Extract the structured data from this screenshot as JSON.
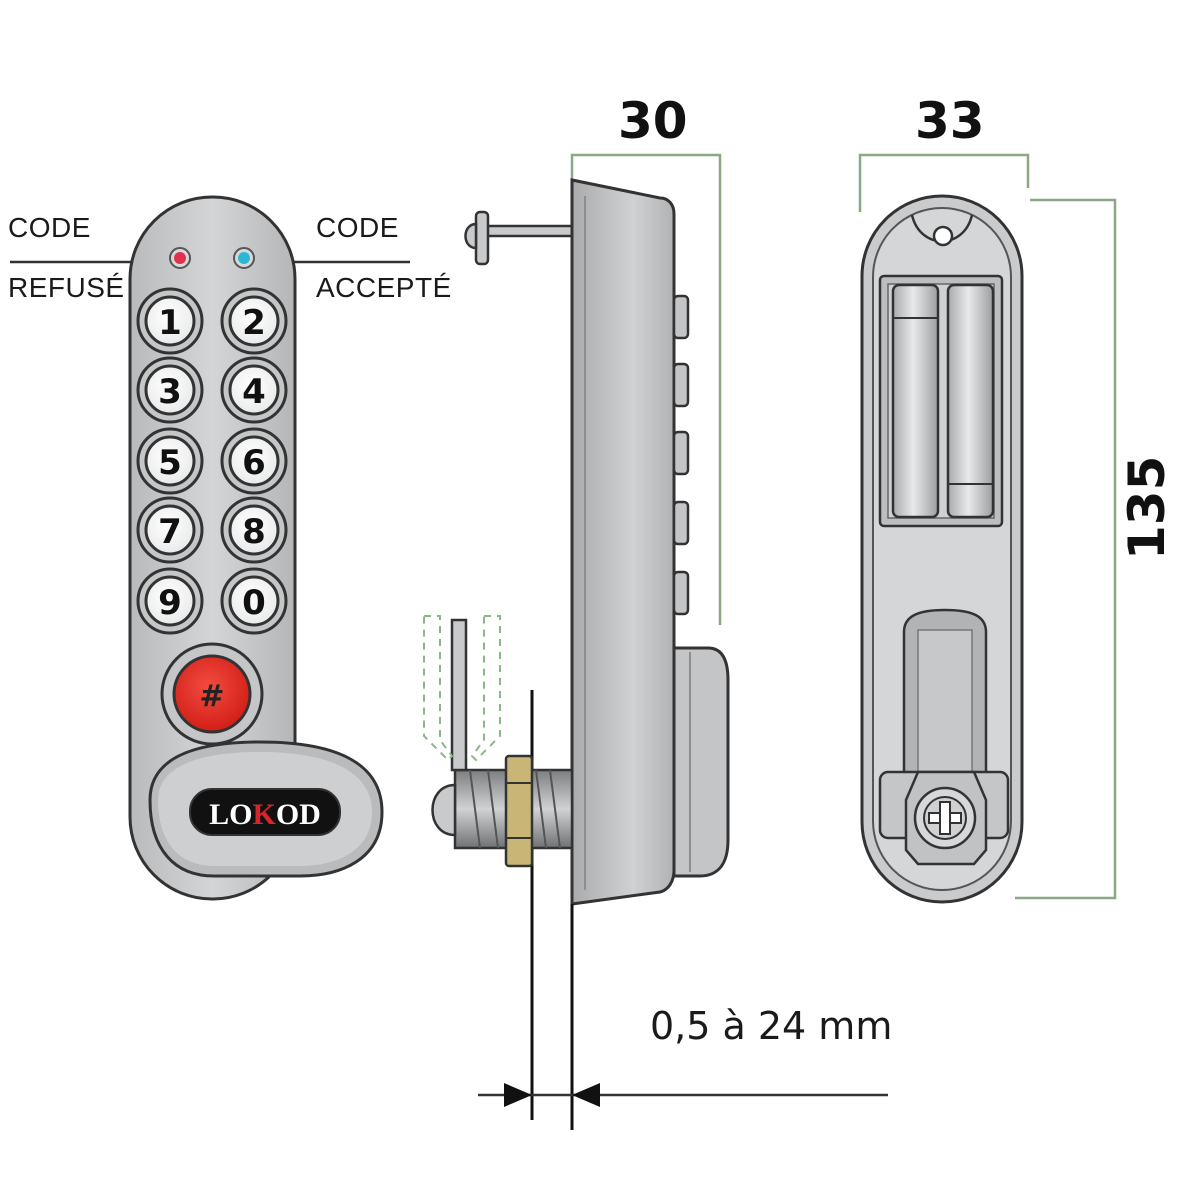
{
  "labels": {
    "code_refused_top": "CODE",
    "code_refused_bottom": "REFUSÉ",
    "code_accepted_top": "CODE",
    "code_accepted_bottom": "ACCEPTÉ"
  },
  "keypad": {
    "keys": [
      "1",
      "2",
      "3",
      "4",
      "5",
      "6",
      "7",
      "8",
      "9",
      "0"
    ],
    "hash_key": "#",
    "brand_prefix": "LO",
    "brand_mid": "K",
    "brand_suffix": "OD"
  },
  "dimensions": {
    "depth": "30",
    "width": "33",
    "height": "135",
    "door_thickness": "0,5 à 24 mm"
  },
  "colors": {
    "body": "#c9cbcd",
    "outline": "#333333",
    "led_red": "#e0304a",
    "led_blue": "#2bb8d6",
    "hash_button": "#e32b22",
    "dimension_line": "#8aa882",
    "brand_red": "#d8252b"
  }
}
